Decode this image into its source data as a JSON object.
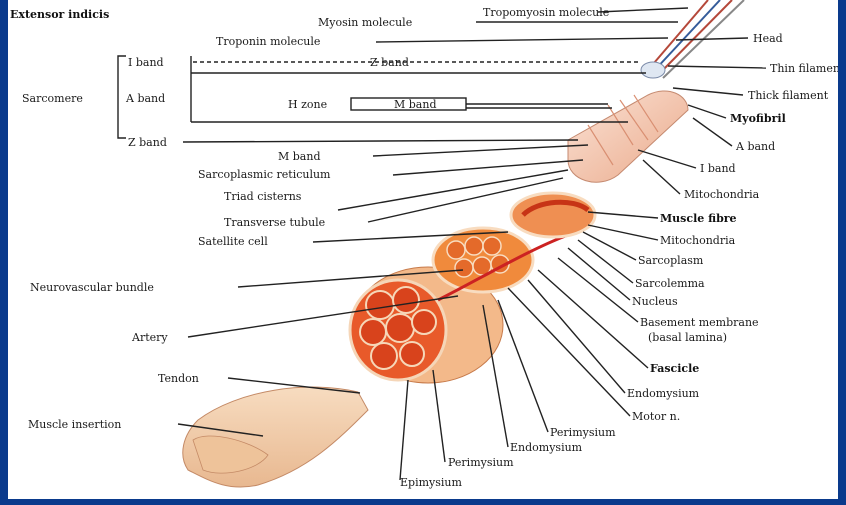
{
  "figure": {
    "title": "Extensor indicis",
    "labels": {
      "tropomyosin_molecule": "Tropomyosin molecule",
      "myosin_molecule": "Myosin molecule",
      "troponin_molecule": "Troponin molecule",
      "head": "Head",
      "i_band_bracket": "I band",
      "z_band_top": "Z band",
      "thin_filament": "Thin filament",
      "sarcomere": "Sarcomere",
      "a_band_bracket": "A band",
      "thick_filament": "Thick filament",
      "h_zone": "H zone",
      "m_band_box": "M band",
      "myofibril": "Myofibril",
      "z_band_bottom": "Z band",
      "a_band_right": "A band",
      "m_band_left": "M band",
      "i_band_right": "I band",
      "sarcoplasmic_reticulum": "Sarcoplasmic reticulum",
      "mitochondria_1": "Mitochondria",
      "triad_cisterns": "Triad cisterns",
      "transverse_tubule": "Transverse tubule",
      "muscle_fibre": "Muscle fibre",
      "satellite_cell": "Satellite cell",
      "mitochondria_2": "Mitochondria",
      "sarcoplasm": "Sarcoplasm",
      "sarcolemma": "Sarcolemma",
      "neurovascular_bundle": "Neurovascular bundle",
      "nucleus": "Nucleus",
      "basement_membrane": "Basement membrane",
      "basal_lamina": "(basal lamina)",
      "artery": "Artery",
      "fascicle": "Fascicle",
      "tendon": "Tendon",
      "endomysium_right": "Endomysium",
      "motor_n": "Motor n.",
      "muscle_insertion": "Muscle insertion",
      "perimysium_right": "Perimysium",
      "endomysium_bottom": "Endomysium",
      "perimysium_bottom": "Perimysium",
      "epimysium": "Epimysium"
    }
  },
  "colors": {
    "frame": "#0a3a8c",
    "muscle_red": "#d8431c",
    "muscle_orange": "#f08a3c",
    "tendon_tan": "#f2cfa8",
    "myofibril_pink": "#f4c6b0"
  }
}
